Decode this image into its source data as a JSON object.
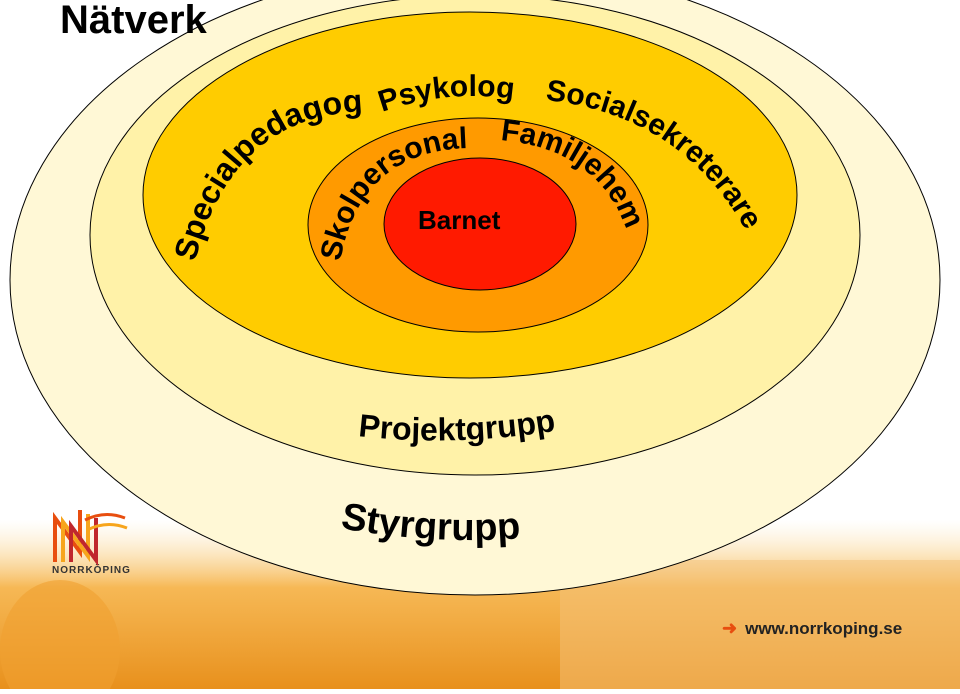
{
  "title": "Nätverk",
  "rings": {
    "center": "Barnet",
    "inner_left": "Skolpersonal",
    "inner_right": "Familjehem",
    "middle_left": "Specialpedagog",
    "middle_top": "Psykolog",
    "middle_right": "Socialsekreterare",
    "outer_1": "Projektgrupp",
    "outer_2": "Styrgrupp"
  },
  "logo": {
    "name": "NORRKÖPING"
  },
  "footer": {
    "url": "www.norrkoping.se"
  },
  "colors": {
    "center": "#ff1a00",
    "inner": "#ff9a00",
    "middle": "#ffcc00",
    "outer_1": "#fff2a8",
    "outer_2": "#fff8d6",
    "accent": "#e84e0f"
  }
}
